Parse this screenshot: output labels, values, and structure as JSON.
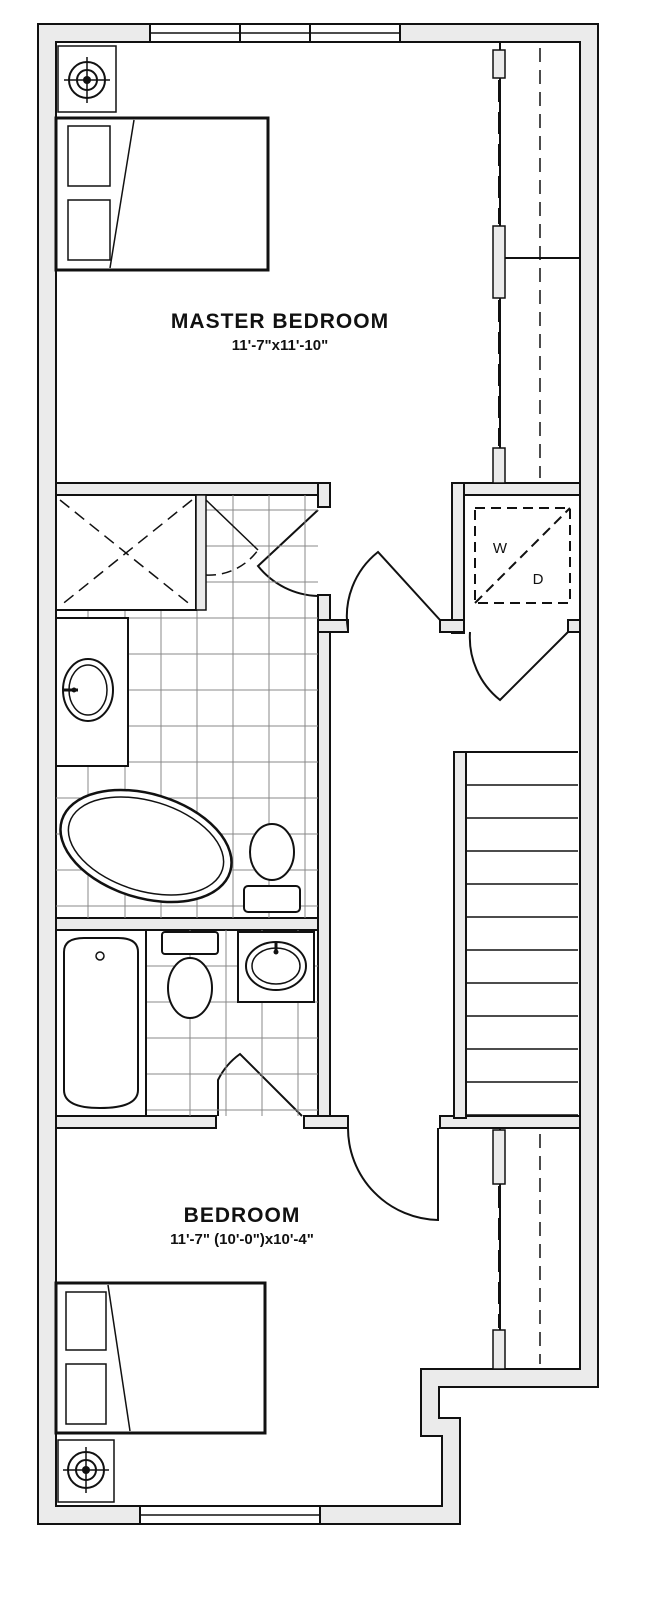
{
  "rooms": {
    "master_bedroom": {
      "name": "MASTER BEDROOM",
      "dimensions": "11'-7\"x11'-10\""
    },
    "bedroom": {
      "name": "BEDROOM",
      "dimensions": "11'-7\" (10'-0\")x10'-4\""
    }
  },
  "laundry": {
    "washer": "W",
    "dryer": "D"
  },
  "colors": {
    "line": "#111111",
    "wall_fill": "#ebebeb",
    "background": "#ffffff",
    "tile_grid": "#888888"
  },
  "icons": [
    "fan-icon",
    "bed-icon",
    "sink-icon",
    "toilet-icon",
    "bathtub-icon",
    "shower-icon",
    "stairs-icon"
  ]
}
